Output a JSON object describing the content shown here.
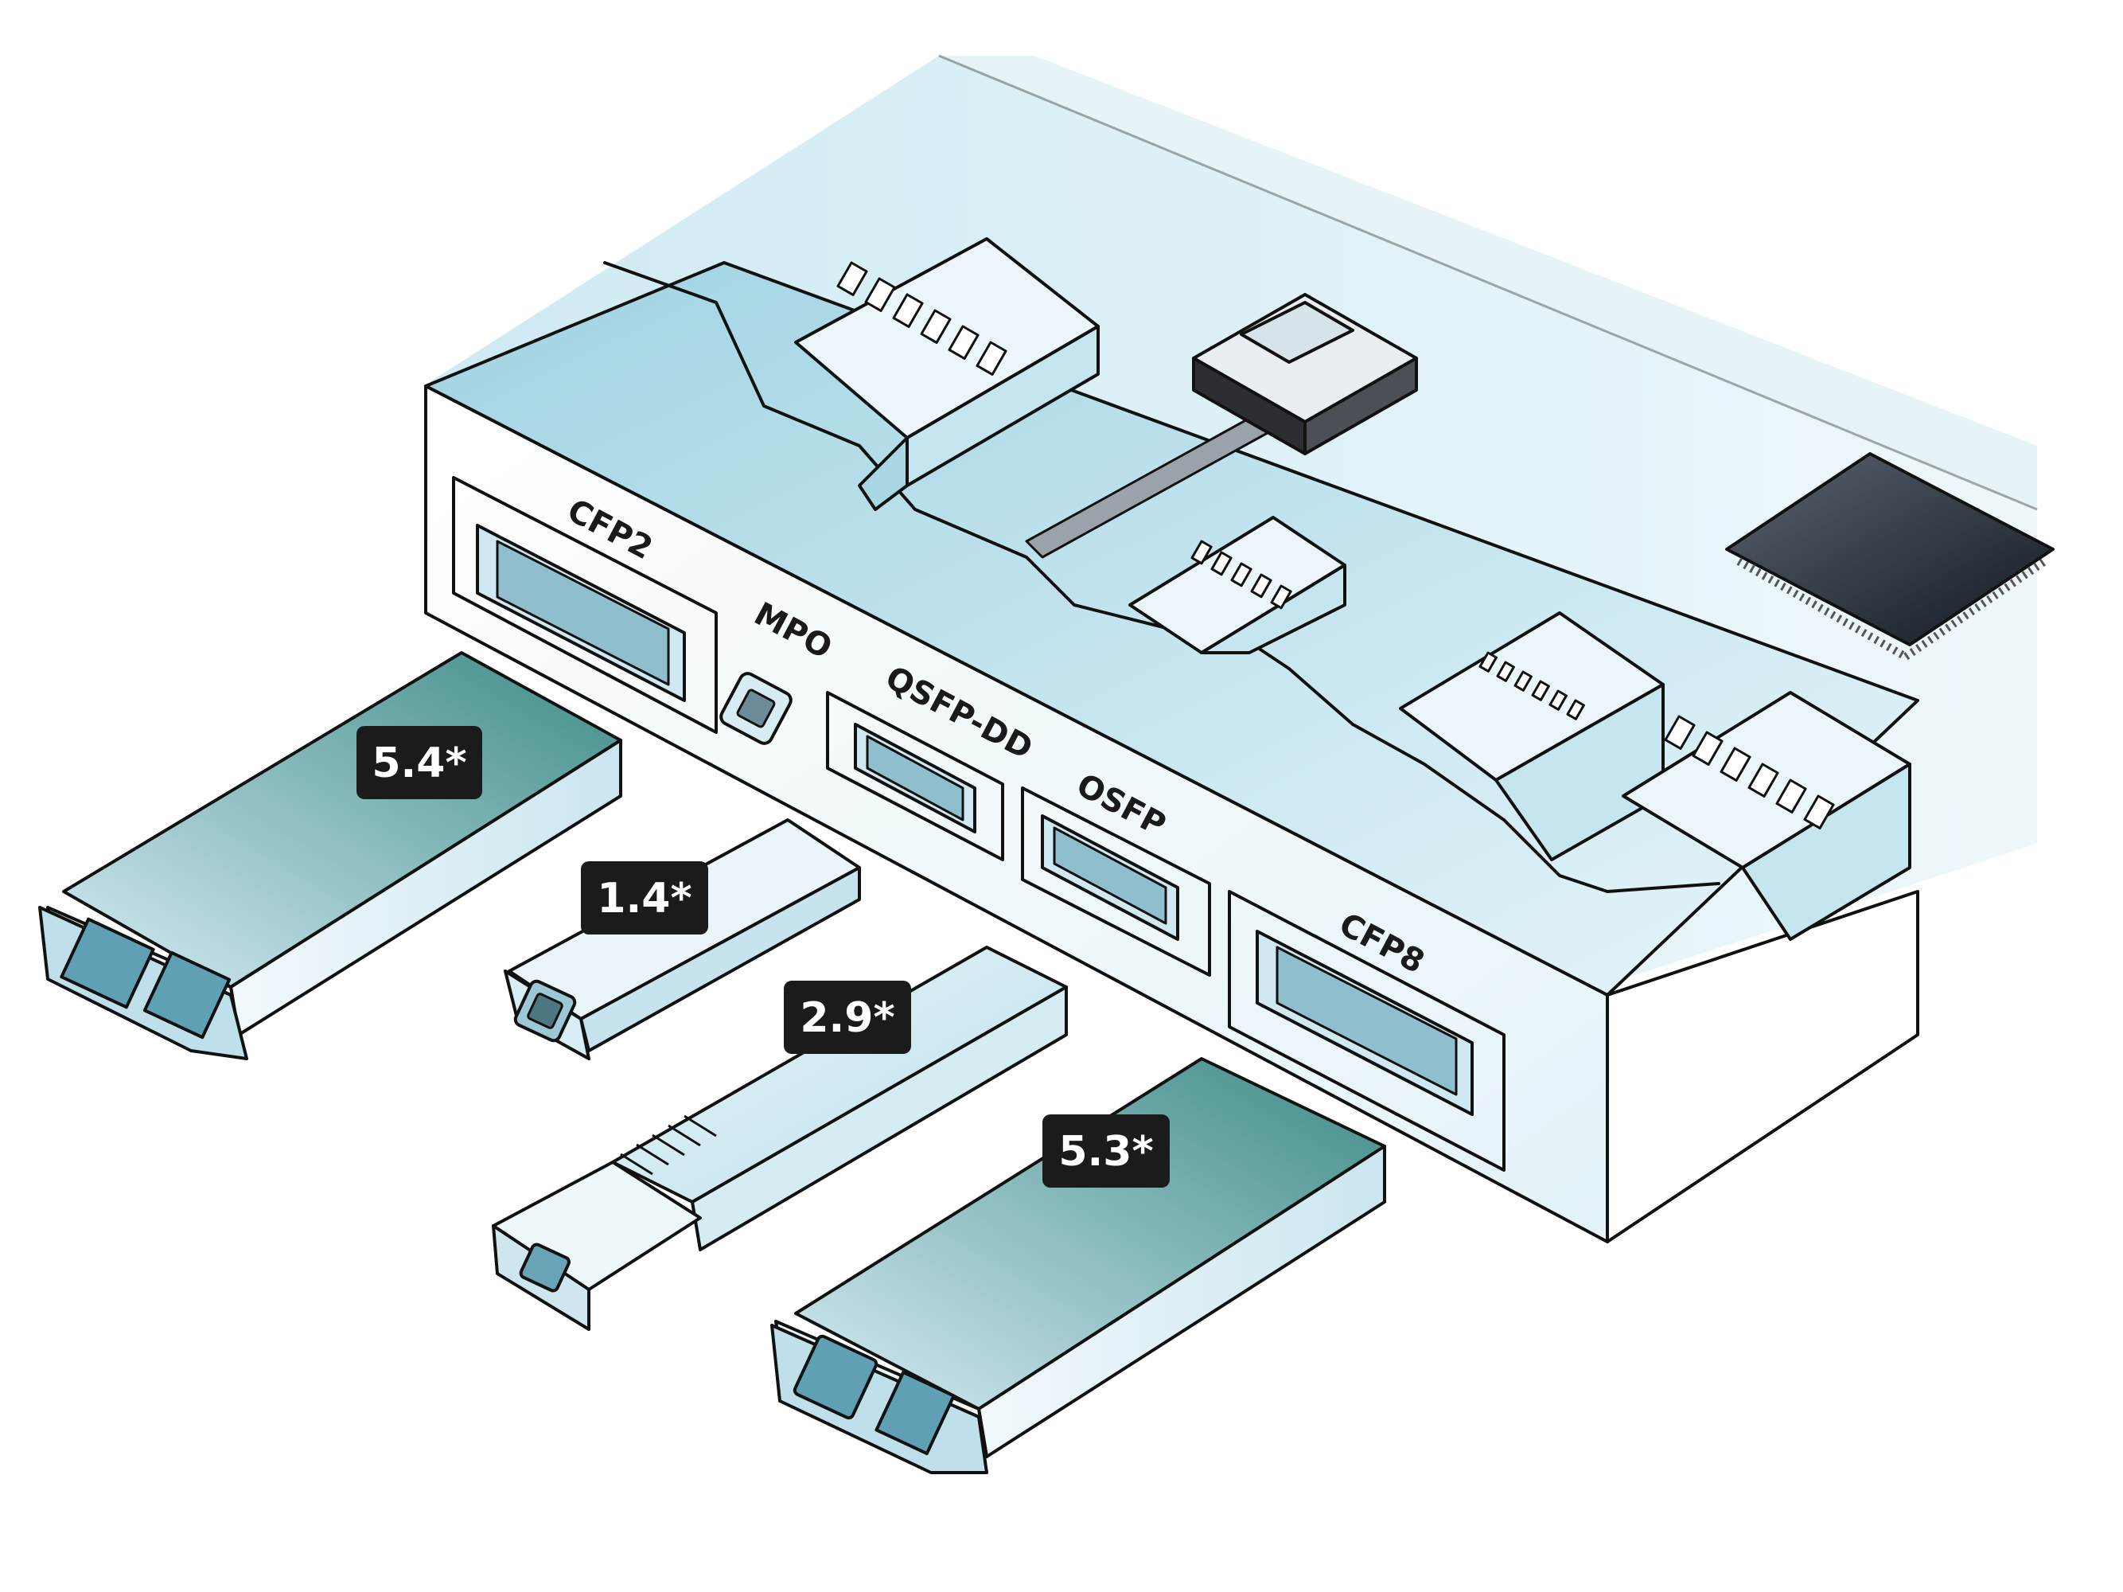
{
  "diagram": {
    "ports": [
      {
        "id": "cfp2",
        "label": "CFP2"
      },
      {
        "id": "mpo",
        "label": "MPO"
      },
      {
        "id": "qsfp-dd",
        "label": "QSFP-DD"
      },
      {
        "id": "osfp",
        "label": "OSFP"
      },
      {
        "id": "cfp8",
        "label": "CFP8"
      }
    ],
    "modules": [
      {
        "id": "cfp2-module",
        "badge": "5.4*"
      },
      {
        "id": "sfp-module",
        "badge": "1.4*"
      },
      {
        "id": "qsfp-module",
        "badge": "2.9*"
      },
      {
        "id": "cfp8-module",
        "badge": "5.3*"
      }
    ],
    "colors": {
      "panel_light": "#eef8fb",
      "panel_blue": "#bfe3ee",
      "module_teal": "#4f9c93",
      "module_light": "#cfe8f2",
      "badge_bg": "#1b1b1b",
      "chip_dark": "#1e2833",
      "outline": "#111111"
    },
    "icons": [
      "mpo-connector-icon",
      "fiber-cable-icon",
      "ic-chip-icon"
    ]
  }
}
